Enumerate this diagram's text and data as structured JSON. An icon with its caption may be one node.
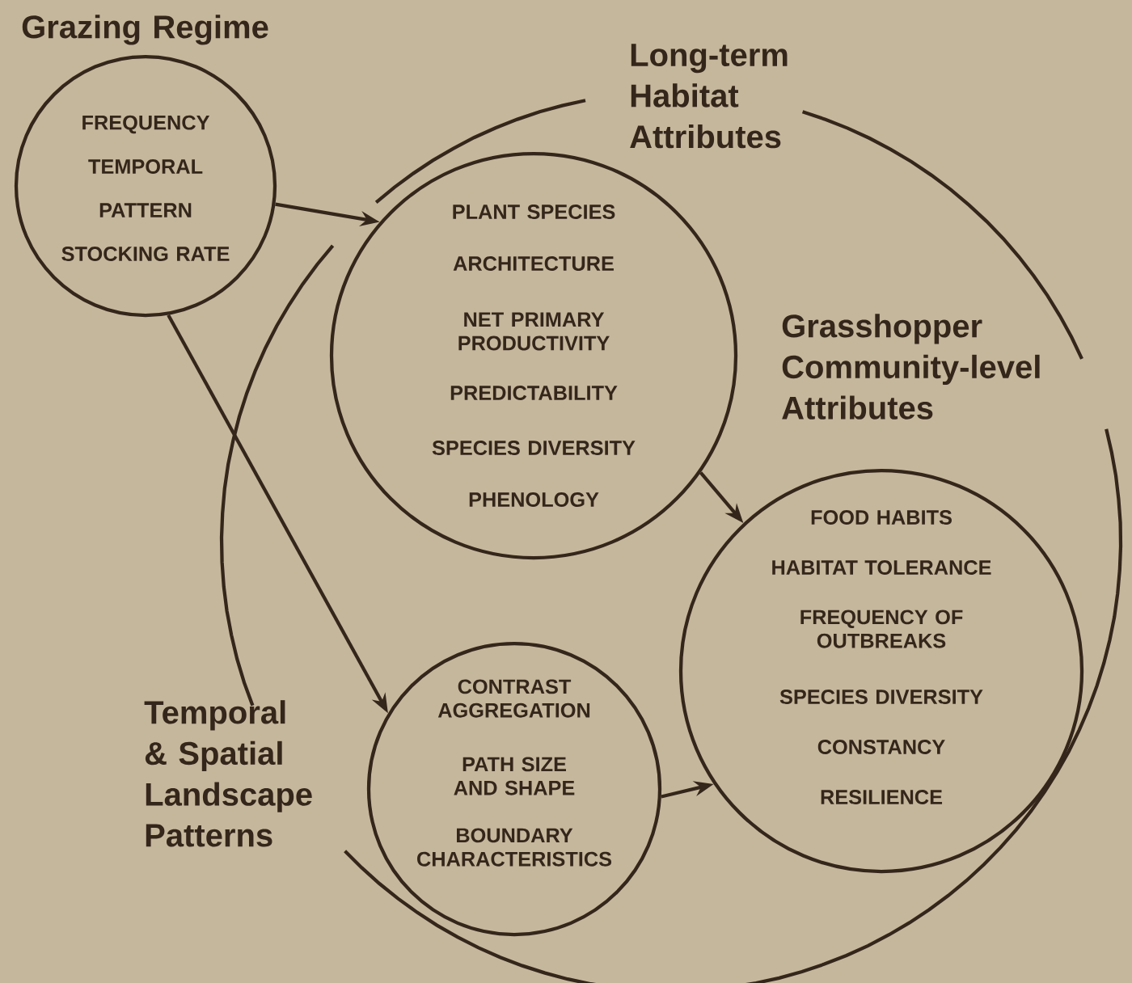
{
  "diagram": {
    "nodes": [
      {
        "text": [
          "Grazing Regime",
          "FREQUENCY",
          "TEMPORAL",
          "PATTERN",
          "STOCKING RATE"
        ]
      },
      {
        "text": [
          "Long-term Habitat Attributes",
          "PLANT SPECIES",
          "ARCHITECTURE",
          "NET PRIMARY PRODUCTIVITY",
          "PREDICTABILITY",
          "SPECIES DIVERSITY",
          "PHENOLOGY"
        ]
      },
      {
        "text": [
          "Grasshopper Community-level Attributes",
          "FOOD HABITS",
          "HABITAT TOLERANCE",
          "FREQUENCY OF OUTBREAKS",
          "SPECIES DIVERSITY",
          "CONSTANCY",
          "RESILIENCE"
        ]
      },
      {
        "text": [
          "Temporal & Spatial Landscape Patterns",
          "CONTRAST AGGREGATION",
          "PATH SIZE AND SHAPE",
          "BOUNDARY CHARACTERISTICS"
        ]
      }
    ],
    "edges": [
      {
        "from": 0,
        "to": 1,
        "arrow": "to"
      },
      {
        "from": 0,
        "to": 3,
        "arrow": "to"
      },
      {
        "from": 1,
        "to": 2,
        "arrow": "to"
      },
      {
        "from": 3,
        "to": 2,
        "arrow": "to"
      }
    ]
  }
}
